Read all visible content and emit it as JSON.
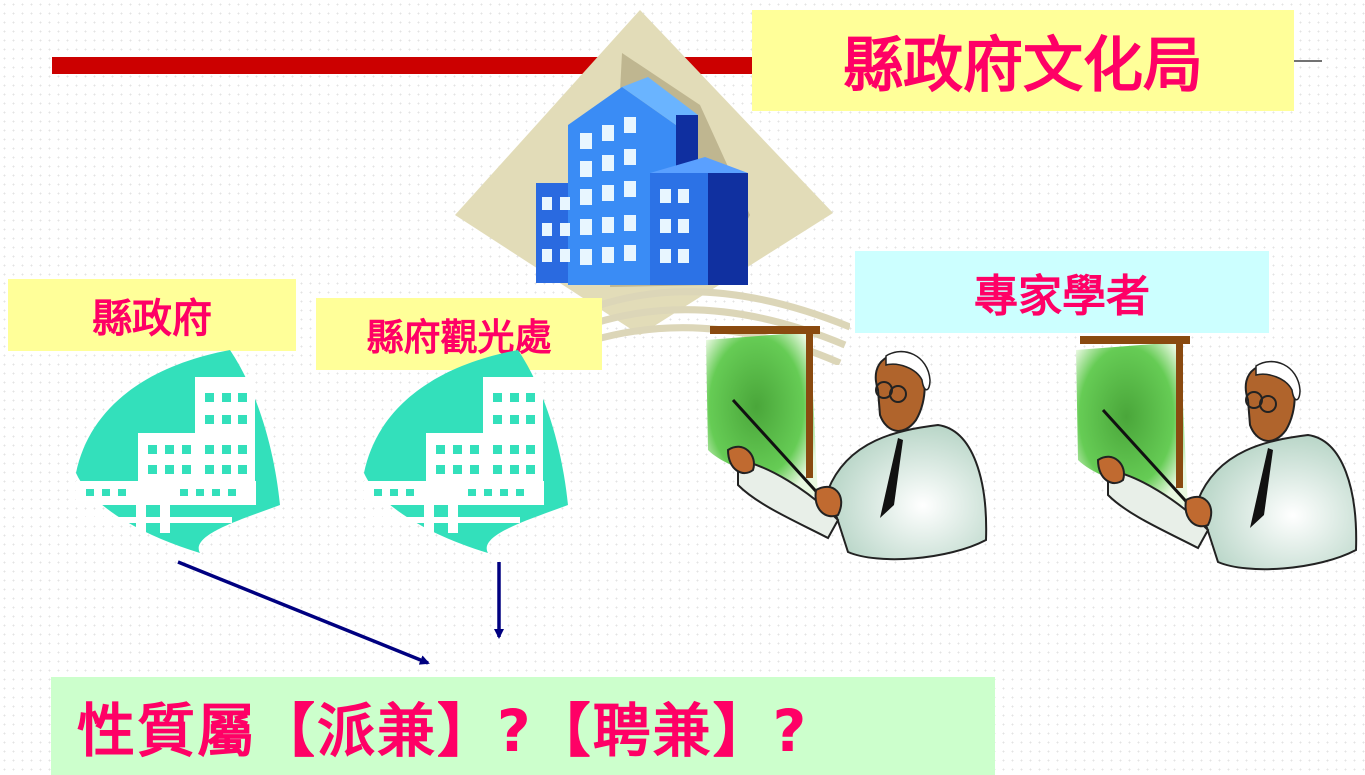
{
  "title": "縣政府文化局",
  "nodes": {
    "county_government": "縣政府",
    "tourism_office": "縣府觀光處",
    "experts": "專家學者"
  },
  "question": "性質屬【派兼】?【聘兼】?",
  "colors": {
    "title_bar": "#cc0000",
    "label_text": "#ff0066",
    "yellow_box": "#ffff99",
    "cyan_box": "#ccffff",
    "green_box": "#ccffcc",
    "arrow": "#000080"
  },
  "icons": [
    "office-tower-icon",
    "building-icon",
    "building-icon",
    "presenter-icon",
    "presenter-icon"
  ]
}
